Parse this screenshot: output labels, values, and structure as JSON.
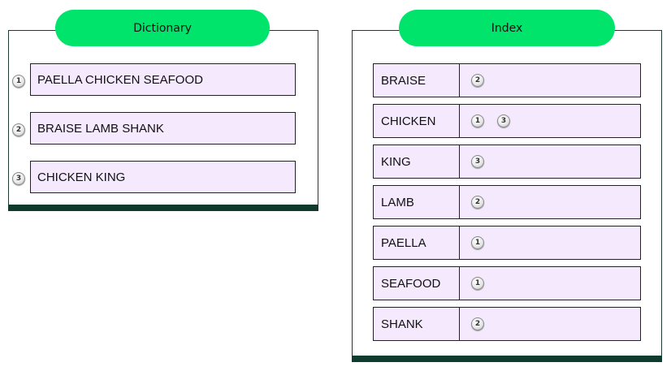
{
  "dictionary": {
    "title": "Dictionary",
    "entries": [
      {
        "num": "1",
        "text": "PAELLA CHICKEN SEAFOOD"
      },
      {
        "num": "2",
        "text": "BRAISE LAMB SHANK"
      },
      {
        "num": "3",
        "text": "CHICKEN KING"
      }
    ]
  },
  "index": {
    "title": "Index",
    "entries": [
      {
        "word": "BRAISE",
        "refs": [
          "2"
        ]
      },
      {
        "word": "CHICKEN",
        "refs": [
          "1",
          "3"
        ]
      },
      {
        "word": "KING",
        "refs": [
          "3"
        ]
      },
      {
        "word": "LAMB",
        "refs": [
          "2"
        ]
      },
      {
        "word": "PAELLA",
        "refs": [
          "1"
        ]
      },
      {
        "word": "SEAFOOD",
        "refs": [
          "1"
        ]
      },
      {
        "word": "SHANK",
        "refs": [
          "2"
        ]
      }
    ]
  },
  "colors": {
    "pill": "#00e46b",
    "row_fill": "#f5eafd",
    "panel_border": "#1f3b33",
    "panel_bar": "#0f3a2e"
  }
}
